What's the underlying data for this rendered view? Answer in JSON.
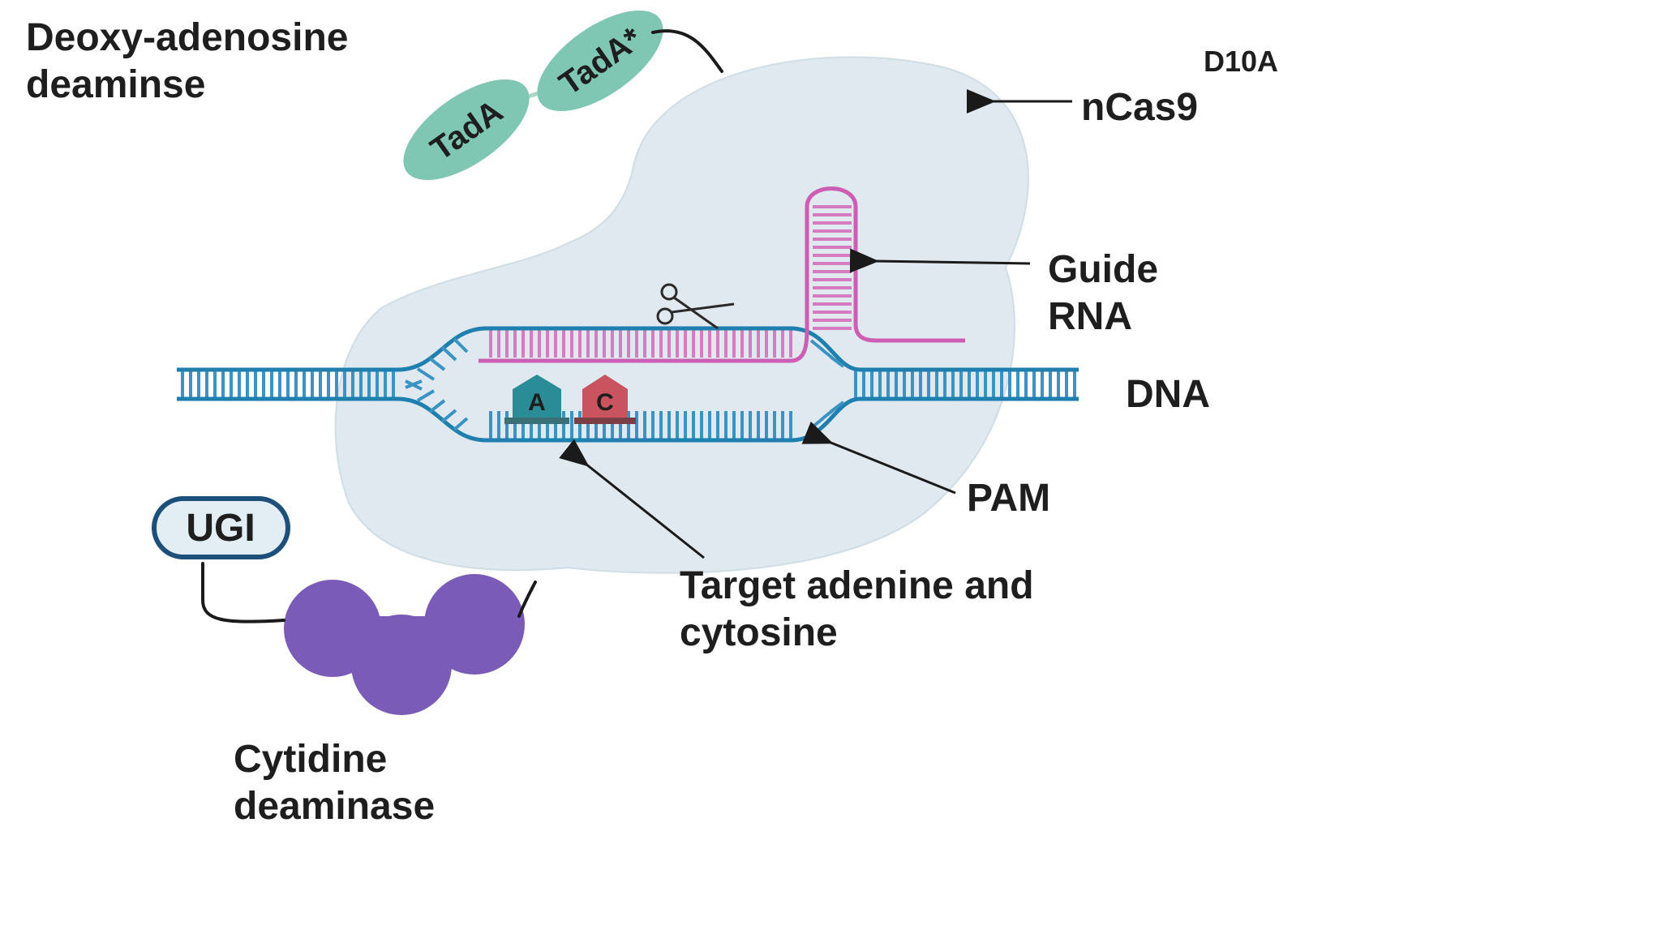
{
  "labels": {
    "deoxy_deaminase": [
      "Deoxy-adenosine",
      "deaminse"
    ],
    "tada": "TadA",
    "tada_star": "TadA*",
    "d10a": "D10A",
    "ncas9": "nCas9",
    "guide_rna": [
      "Guide",
      "RNA"
    ],
    "dna": "DNA",
    "pam": "PAM",
    "target": [
      "Target adenine and",
      "cytosine"
    ],
    "ugi": "UGI",
    "cytidine_deaminase": [
      "Cytidine",
      "deaminase"
    ],
    "base_a": "A",
    "base_c": "C"
  },
  "colors": {
    "ncas9_body": "#dfe9ef",
    "ncas9_edge": "#c9d7e0",
    "dna_strand": "#1f7fae",
    "dna_rungs": "#3a93c2",
    "guide_rna": "#cc5fb3",
    "tada": "#7fc7b2",
    "cytidine_deaminase": "#7a5bb7",
    "ugi_fill": "#e3eef4",
    "ugi_stroke": "#1c4f7a",
    "base_a": "#2a8c97",
    "base_c": "#c9545f",
    "text": "#1e1e1e"
  },
  "icons": {
    "scissors": "scissors-icon"
  }
}
